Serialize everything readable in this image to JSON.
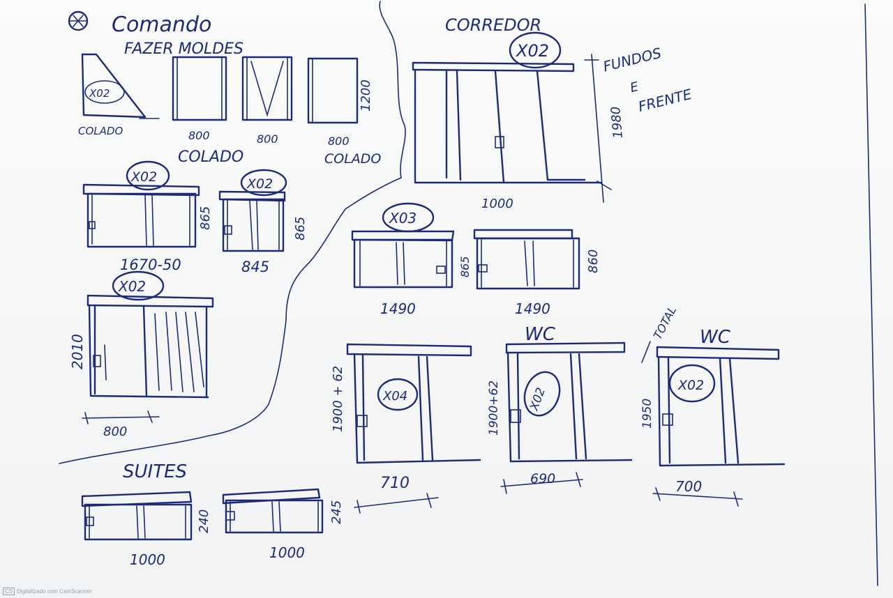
{
  "headings": {
    "comando": "Comando",
    "fazer_moldes": "FAZER MOLDES",
    "corredor": "CORREDOR",
    "suites": "SUITES",
    "wc1": "WC",
    "wc2": "WC",
    "fundos_e_frente": [
      "FUNDOS",
      "E",
      "FRENTE"
    ],
    "total": "TOTAL"
  },
  "tags": {
    "x02_trapezoid": "X02",
    "x02_corredor": "X02",
    "x02_a": "X02",
    "x02_b": "X02",
    "x03": "X03",
    "x02_c": "X02",
    "x04": "X04",
    "x02_wc1": "X02",
    "x02_wc2": "X02"
  },
  "labels": {
    "colado_1": "COLADO",
    "w800_a": "800",
    "colado_2": "COLADO",
    "w800_b": "800",
    "w800_c": "800",
    "colado_3": "COLADO",
    "h1200": "1200",
    "h1980": "1980",
    "w1000_corr": "1000",
    "w1670": "1670-50",
    "h865_a": "865",
    "w845": "845",
    "h865_b": "865",
    "w1490_a": "1490",
    "h865_c": "865",
    "w1490_b": "1490",
    "h860": "860",
    "h2010": "2010",
    "w800_d": "800",
    "h1900_62_a": "1900 + 62",
    "w710": "710",
    "h1900_62_b": "1900+62",
    "w690": "690",
    "h1950": "1950",
    "w700": "700",
    "h240": "240",
    "w1000_a": "1000",
    "h245": "245",
    "w1000_b": "1000"
  },
  "footer": {
    "cs_badge": "CS",
    "scan_text": "Digitalizado com CamScanner"
  }
}
